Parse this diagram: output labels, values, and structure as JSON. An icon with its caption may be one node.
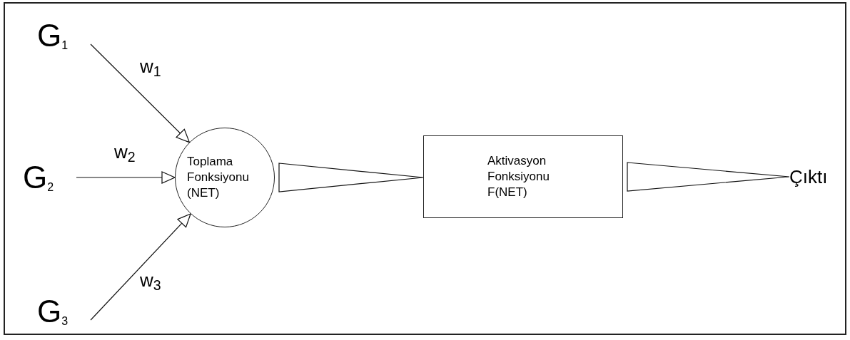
{
  "diagram": {
    "nodes": [
      {
        "text": [
          "G$_{1}$"
        ]
      },
      {
        "text": [
          "G$_{2}$"
        ]
      },
      {
        "text": [
          "G$_{3}$"
        ]
      },
      {
        "text": [
          "Toplama Fonksiyonu (NET)"
        ]
      },
      {
        "text": [
          "Aktivasyon Fonksiyonu F(NET)"
        ]
      },
      {
        "text": [
          "Çıktı"
        ]
      }
    ],
    "edges": [
      {
        "from": 0,
        "to": 3,
        "arrow": "to",
        "label": "w$_{1}$"
      },
      {
        "from": 1,
        "to": 3,
        "arrow": "to",
        "label": "w$_{2}$"
      },
      {
        "from": 2,
        "to": 3,
        "arrow": "to",
        "label": "w$_{3}$"
      },
      {
        "from": 3,
        "to": 4,
        "arrow": "to"
      },
      {
        "from": 4,
        "to": 5,
        "arrow": "to"
      }
    ]
  }
}
